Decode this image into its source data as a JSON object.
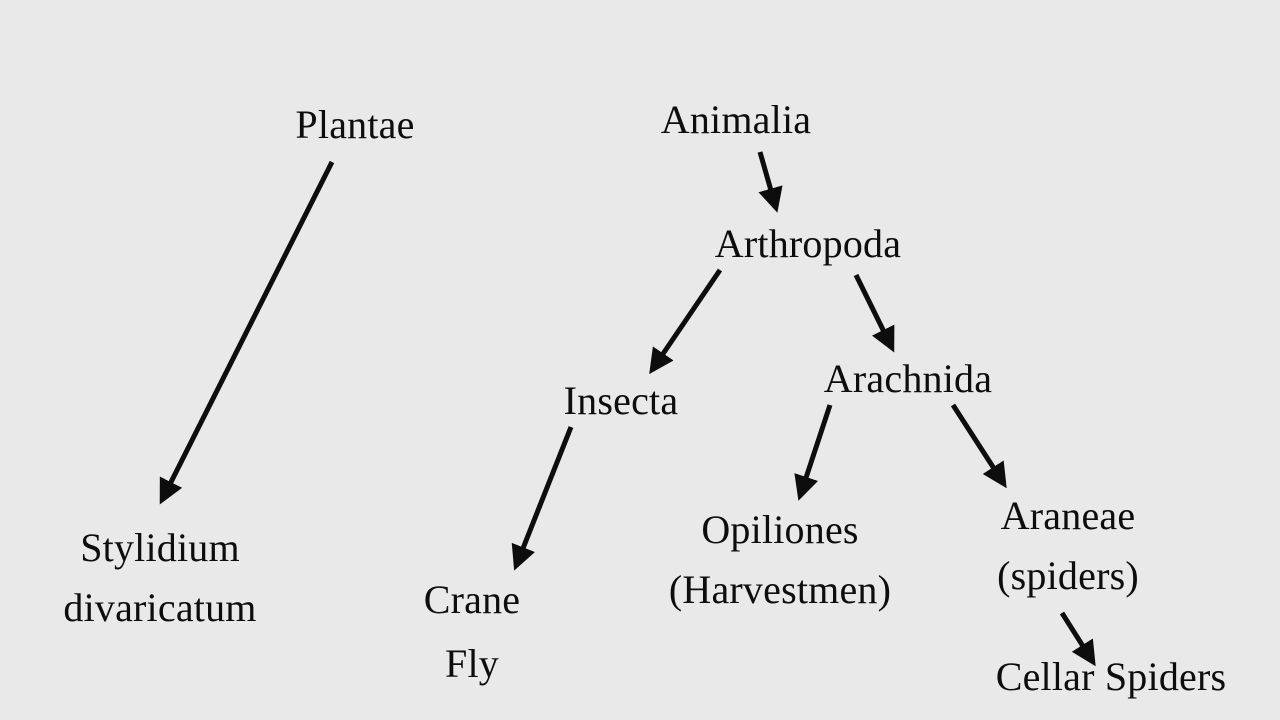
{
  "diagram": {
    "type": "taxonomy-tree",
    "background_color": "#e9e9e9",
    "ink_color": "#0d0d0d",
    "nodes": {
      "plantae": {
        "lines": [
          "Plantae"
        ]
      },
      "stylidium": {
        "lines": [
          "Stylidium",
          "divaricatum"
        ]
      },
      "animalia": {
        "lines": [
          "Animalia"
        ]
      },
      "arthropoda": {
        "lines": [
          "Arthropoda"
        ]
      },
      "insecta": {
        "lines": [
          "Insecta"
        ]
      },
      "arachnida": {
        "lines": [
          "Arachnida"
        ]
      },
      "crane_fly": {
        "lines": [
          "Crane",
          "Fly"
        ]
      },
      "opiliones": {
        "lines": [
          "Opiliones",
          "(Harvestmen)"
        ]
      },
      "araneae": {
        "lines": [
          "Araneae",
          "(spiders)"
        ]
      },
      "cellar_spiders": {
        "lines": [
          "Cellar Spiders"
        ]
      }
    },
    "edges": [
      {
        "from": "Plantae",
        "to": "Stylidium divaricatum"
      },
      {
        "from": "Animalia",
        "to": "Arthropoda"
      },
      {
        "from": "Arthropoda",
        "to": "Insecta"
      },
      {
        "from": "Arthropoda",
        "to": "Arachnida"
      },
      {
        "from": "Insecta",
        "to": "Crane Fly"
      },
      {
        "from": "Arachnida",
        "to": "Opiliones (Harvestmen)"
      },
      {
        "from": "Arachnida",
        "to": "Araneae (spiders)"
      },
      {
        "from": "Araneae (spiders)",
        "to": "Cellar Spiders"
      }
    ]
  }
}
